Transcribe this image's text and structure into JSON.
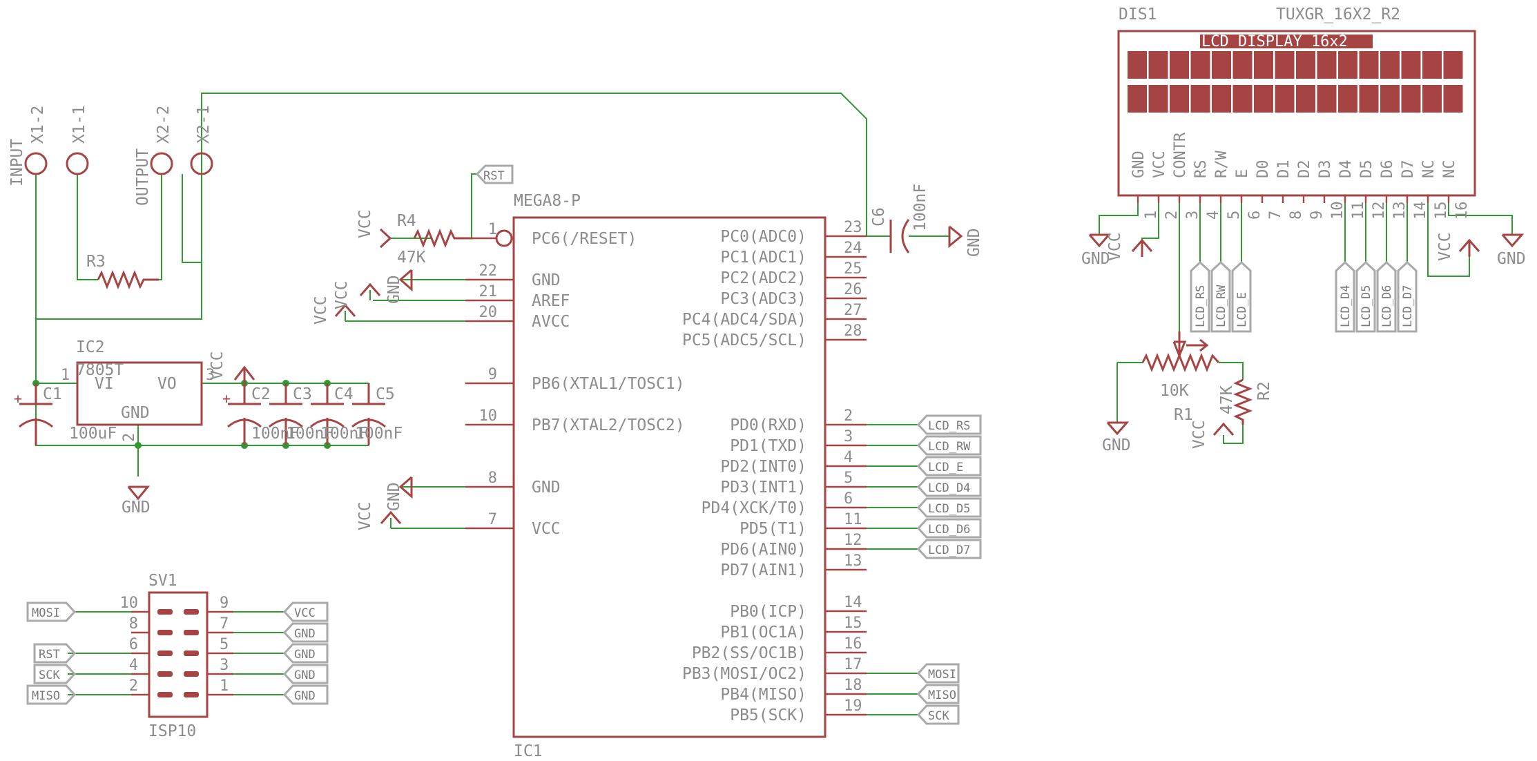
{
  "parts": {
    "ic1": {
      "name": "IC1",
      "value": "MEGA8-P"
    },
    "ic2": {
      "name": "IC2",
      "value": "7805T",
      "vi": "VI",
      "vo": "VO",
      "gnd": "GND"
    },
    "dis1": {
      "name": "DIS1",
      "value": "TUXGR_16X2_R2",
      "title": "LCD DISPLAY 16x2"
    },
    "sv1": {
      "name": "SV1",
      "value": "ISP10"
    },
    "r1": {
      "name": "R1",
      "value": "10K"
    },
    "r2": {
      "name": "R2",
      "value": "47K"
    },
    "r3": {
      "name": "R3"
    },
    "r4": {
      "name": "R4",
      "value": "47K"
    },
    "c1": {
      "name": "C1",
      "value": "100uF"
    },
    "c2": {
      "name": "C2",
      "value": "100nF"
    },
    "c3": {
      "name": "C3",
      "value": "100nF"
    },
    "c4": {
      "name": "C4",
      "value": "100nF"
    },
    "c5": {
      "name": "C5",
      "value": "100nF"
    },
    "c6": {
      "name": "C6",
      "value": "100nF"
    }
  },
  "connectors": {
    "x1_2": "X1-2",
    "x1_1": "X1-1",
    "x2_2": "X2-2",
    "x2_1": "X2-1",
    "input": "INPUT",
    "output": "OUTPUT"
  },
  "ic1_left_pins": [
    {
      "num": "1",
      "name": "PC6(/RESET)"
    },
    {
      "num": "22",
      "name": "GND"
    },
    {
      "num": "21",
      "name": "AREF"
    },
    {
      "num": "20",
      "name": "AVCC"
    },
    {
      "num": "9",
      "name": "PB6(XTAL1/TOSC1)"
    },
    {
      "num": "10",
      "name": "PB7(XTAL2/TOSC2)"
    },
    {
      "num": "8",
      "name": "GND"
    },
    {
      "num": "7",
      "name": "VCC"
    }
  ],
  "ic1_right_pins": [
    {
      "num": "23",
      "name": "PC0(ADC0)"
    },
    {
      "num": "24",
      "name": "PC1(ADC1)"
    },
    {
      "num": "25",
      "name": "PC2(ADC2)"
    },
    {
      "num": "26",
      "name": "PC3(ADC3)"
    },
    {
      "num": "27",
      "name": "PC4(ADC4/SDA)"
    },
    {
      "num": "28",
      "name": "PC5(ADC5/SCL)"
    },
    {
      "num": "2",
      "name": "PD0(RXD)"
    },
    {
      "num": "3",
      "name": "PD1(TXD)"
    },
    {
      "num": "4",
      "name": "PD2(INT0)"
    },
    {
      "num": "5",
      "name": "PD3(INT1)"
    },
    {
      "num": "6",
      "name": "PD4(XCK/T0)"
    },
    {
      "num": "11",
      "name": "PD5(T1)"
    },
    {
      "num": "12",
      "name": "PD6(AIN0)"
    },
    {
      "num": "13",
      "name": "PD7(AIN1)"
    },
    {
      "num": "14",
      "name": "PB0(ICP)"
    },
    {
      "num": "15",
      "name": "PB1(OC1A)"
    },
    {
      "num": "16",
      "name": "PB2(SS/OC1B)"
    },
    {
      "num": "17",
      "name": "PB3(MOSI/OC2)"
    },
    {
      "num": "18",
      "name": "PB4(MISO)"
    },
    {
      "num": "19",
      "name": "PB5(SCK)"
    }
  ],
  "ic1_net_flags": [
    "LCD_RS",
    "LCD_RW",
    "LCD_E",
    "LCD_D4",
    "LCD_D5",
    "LCD_D6",
    "LCD_D7",
    "MOSI",
    "MISO",
    "SCK"
  ],
  "lcd_pins": [
    {
      "num": "1",
      "name": "GND"
    },
    {
      "num": "2",
      "name": "VCC"
    },
    {
      "num": "3",
      "name": "CONTR"
    },
    {
      "num": "4",
      "name": "RS"
    },
    {
      "num": "5",
      "name": "R/W"
    },
    {
      "num": "6",
      "name": "E"
    },
    {
      "num": "7",
      "name": "D0"
    },
    {
      "num": "8",
      "name": "D1"
    },
    {
      "num": "9",
      "name": "D2"
    },
    {
      "num": "10",
      "name": "D3"
    },
    {
      "num": "11",
      "name": "D4"
    },
    {
      "num": "12",
      "name": "D5"
    },
    {
      "num": "13",
      "name": "D6"
    },
    {
      "num": "14",
      "name": "D7"
    },
    {
      "num": "15",
      "name": "NC"
    },
    {
      "num": "16",
      "name": "NC"
    }
  ],
  "lcd_flags": [
    "LCD_RS",
    "LCD_RW",
    "LCD_E",
    "LCD_D4",
    "LCD_D5",
    "LCD_D6",
    "LCD_D7"
  ],
  "isp": {
    "left_pins": [
      "10",
      "8",
      "6",
      "4",
      "2"
    ],
    "right_pins": [
      "9",
      "7",
      "5",
      "3",
      "1"
    ],
    "left_flags": [
      "MOSI",
      "RST",
      "SCK",
      "MISO"
    ],
    "right_flags": [
      "VCC",
      "GND",
      "GND",
      "GND",
      "GND"
    ]
  },
  "supply": {
    "gnd": "GND",
    "vcc": "VCC",
    "rst": "RST"
  }
}
